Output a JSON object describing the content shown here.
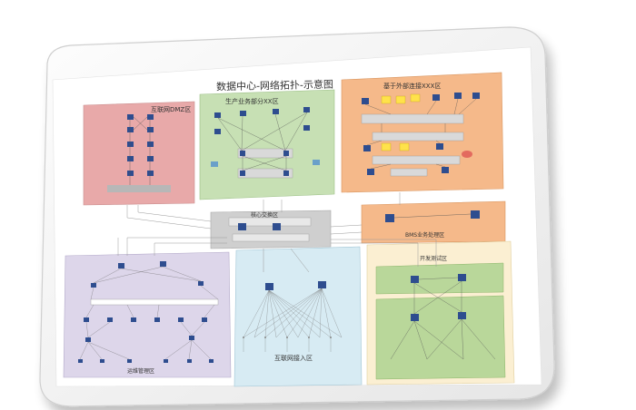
{
  "diagram": {
    "title": "数据中心-网络拓扑-示意图",
    "zones": [
      {
        "label": "互联网DMZ区",
        "color": "#e8a9a9"
      },
      {
        "label": "生产业务部分XX区",
        "color": "#c7e0b4"
      },
      {
        "label": "基于外部连接XXX区",
        "color": "#f5b98a"
      },
      {
        "label": "核心交换区",
        "color": "#cfcfcf"
      },
      {
        "label": "BMS业务处理区",
        "color": "#f5b98a"
      },
      {
        "label": "运维管理区",
        "color": "#ddd6ea"
      },
      {
        "label": "互联网接入区",
        "color": "#d7ebf3"
      },
      {
        "label": "开发测试区",
        "color": "#fbefd2"
      }
    ]
  },
  "colors": {
    "bezel": "#f7f7f7",
    "bezel_edge": "#d9d9d9",
    "screen_bg": "#ffffff",
    "device_icon": "#2e4d8f",
    "link_line": "#9a9a9a"
  }
}
